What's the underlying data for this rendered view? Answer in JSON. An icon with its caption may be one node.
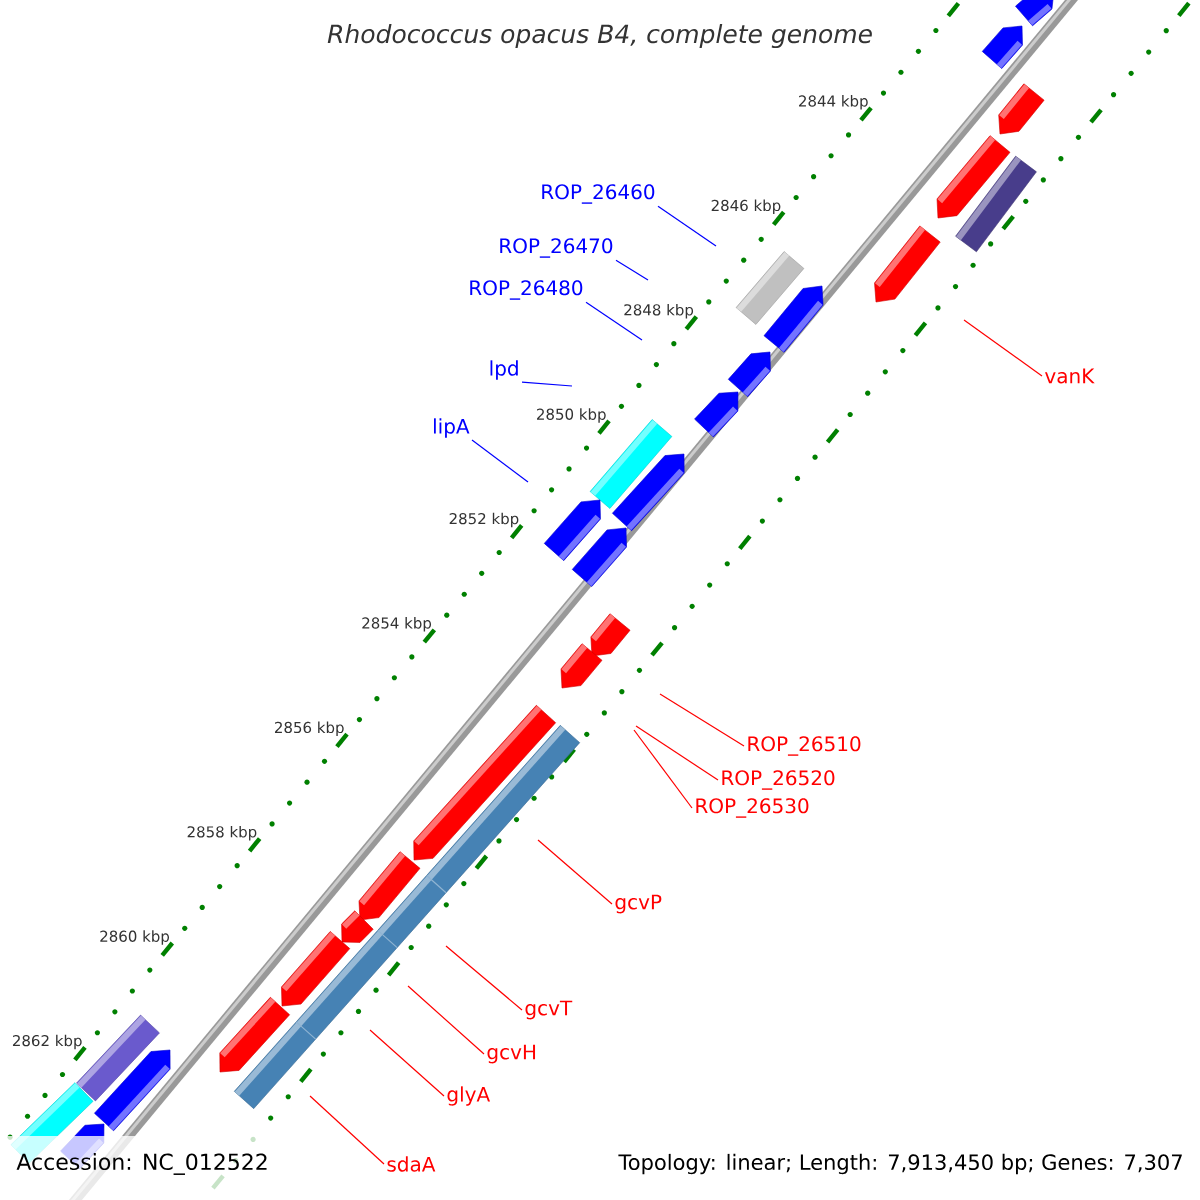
{
  "diagram": {
    "title": "Rhodococcus opacus B4, complete genome",
    "nodes": [
      {
        "text": [
          "ROP_26460"
        ]
      },
      {
        "text": [
          "ROP_26470"
        ]
      },
      {
        "text": [
          "ROP_26480"
        ]
      },
      {
        "text": [
          "lpd"
        ]
      },
      {
        "text": [
          "lipA"
        ]
      },
      {
        "text": [
          "vanK"
        ]
      },
      {
        "text": [
          "ROP_26510"
        ]
      },
      {
        "text": [
          "ROP_26520"
        ]
      },
      {
        "text": [
          "ROP_26530"
        ]
      },
      {
        "text": [
          "gcvP"
        ]
      },
      {
        "text": [
          "gcvT"
        ]
      },
      {
        "text": [
          "gcvH"
        ]
      },
      {
        "text": [
          "glyA"
        ]
      },
      {
        "text": [
          "sdaA"
        ]
      }
    ],
    "edges": [
      {
        "from": 0,
        "to": null,
        "arrow": "none",
        "color": "#0000ff"
      },
      {
        "from": 1,
        "to": null,
        "arrow": "none",
        "color": "#0000ff"
      },
      {
        "from": 2,
        "to": null,
        "arrow": "none",
        "color": "#0000ff"
      },
      {
        "from": 3,
        "to": null,
        "arrow": "none",
        "color": "#0000ff"
      },
      {
        "from": 4,
        "to": null,
        "arrow": "none",
        "color": "#0000ff"
      },
      {
        "from": 5,
        "to": null,
        "arrow": "none"
      },
      {
        "from": 6,
        "to": null,
        "arrow": "none"
      },
      {
        "from": 7,
        "to": null,
        "arrow": "none"
      },
      {
        "from": 8,
        "to": null,
        "arrow": "none"
      },
      {
        "from": 9,
        "to": null,
        "arrow": "none"
      },
      {
        "from": 10,
        "to": null,
        "arrow": "none"
      },
      {
        "from": 11,
        "to": null,
        "arrow": "none"
      },
      {
        "from": 12,
        "to": null,
        "arrow": "none"
      },
      {
        "from": 13,
        "to": null,
        "arrow": "none"
      }
    ],
    "labels": [
      "2844 kbp",
      "2846 kbp",
      "2848 kbp",
      "2850 kbp",
      "2852 kbp",
      "2854 kbp",
      "2856 kbp",
      "2858 kbp",
      "2860 kbp",
      "2862 kbp",
      "Accession: NC_012522",
      "Topology: linear; Length: 7,913,450 bp; Genes: 7,307"
    ]
  }
}
